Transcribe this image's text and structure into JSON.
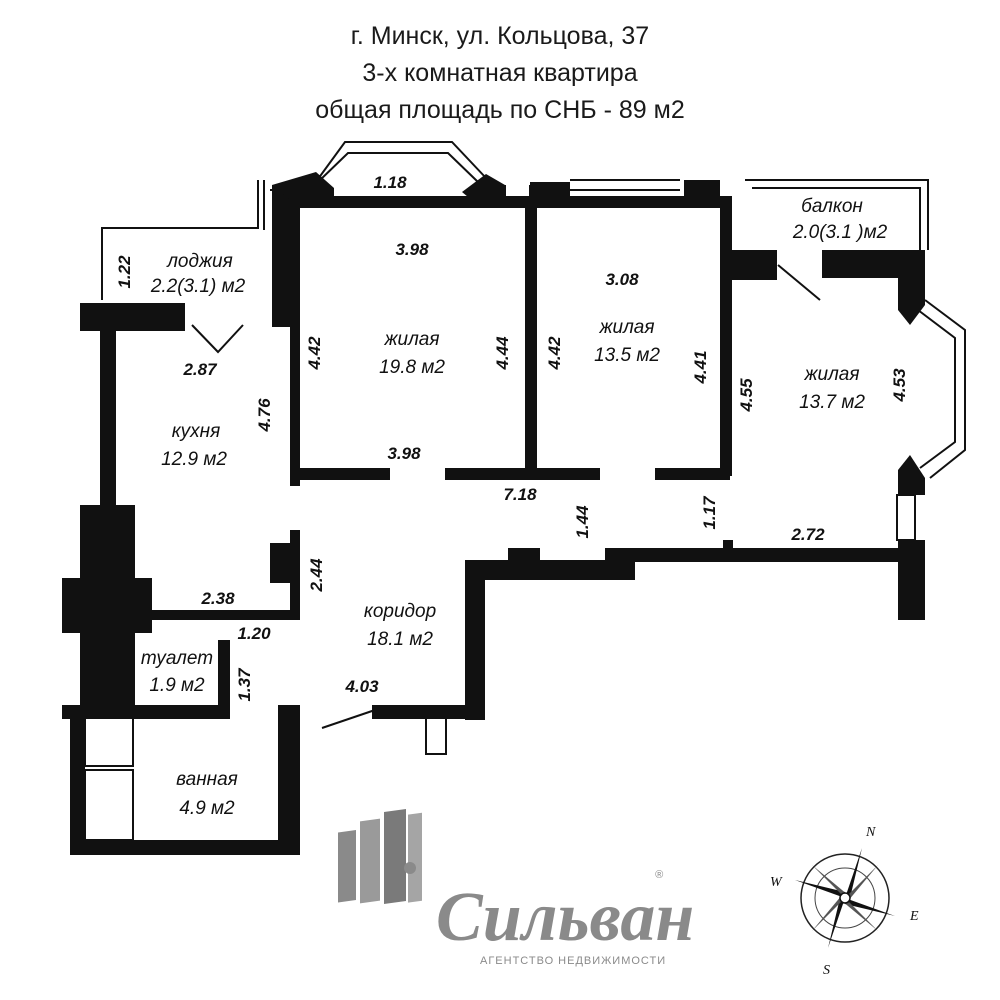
{
  "header": {
    "address": "г. Минск, ул. Кольцова, 37",
    "flat_type": "3-х комнатная квартира",
    "total_area": "общая площадь по СНБ - 89 м2"
  },
  "rooms": {
    "loggia": {
      "name": "лоджия",
      "area": "2.2(3.1) м2"
    },
    "living1": {
      "name": "жилая",
      "area": "19.8 м2"
    },
    "living2": {
      "name": "жилая",
      "area": "13.5 м2"
    },
    "balcony": {
      "name": "балкон",
      "area": "2.0(3.1 )м2"
    },
    "living3": {
      "name": "жилая",
      "area": "13.7 м2"
    },
    "kitchen": {
      "name": "кухня",
      "area": "12.9 м2"
    },
    "corridor": {
      "name": "коридор",
      "area": "18.1 м2"
    },
    "toilet": {
      "name": "туалет",
      "area": "1.9 м2"
    },
    "bath": {
      "name": "ванная",
      "area": "4.9 м2"
    }
  },
  "dimensions": {
    "d_1_18": "1.18",
    "d_3_98_top": "3.98",
    "d_3_08": "3.08",
    "d_1_22": "1.22",
    "d_4_42_a": "4.42",
    "d_4_44": "4.44",
    "d_4_42_b": "4.42",
    "d_4_41": "4.41",
    "d_4_55": "4.55",
    "d_4_53": "4.53",
    "d_2_87": "2.87",
    "d_4_76": "4.76",
    "d_3_98_bottom": "3.98",
    "d_7_18": "7.18",
    "d_1_44": "1.44",
    "d_1_17": "1.17",
    "d_2_72": "2.72",
    "d_2_44": "2.44",
    "d_2_38": "2.38",
    "d_1_20": "1.20",
    "d_1_37": "1.37",
    "d_4_03": "4.03"
  },
  "logo": {
    "name": "Сильван",
    "registered": "®",
    "subtitle": "АГЕНТСТВО НЕДВИЖИМОСТИ"
  },
  "compass": {
    "n": "N",
    "e": "E",
    "s": "S",
    "w": "W"
  }
}
